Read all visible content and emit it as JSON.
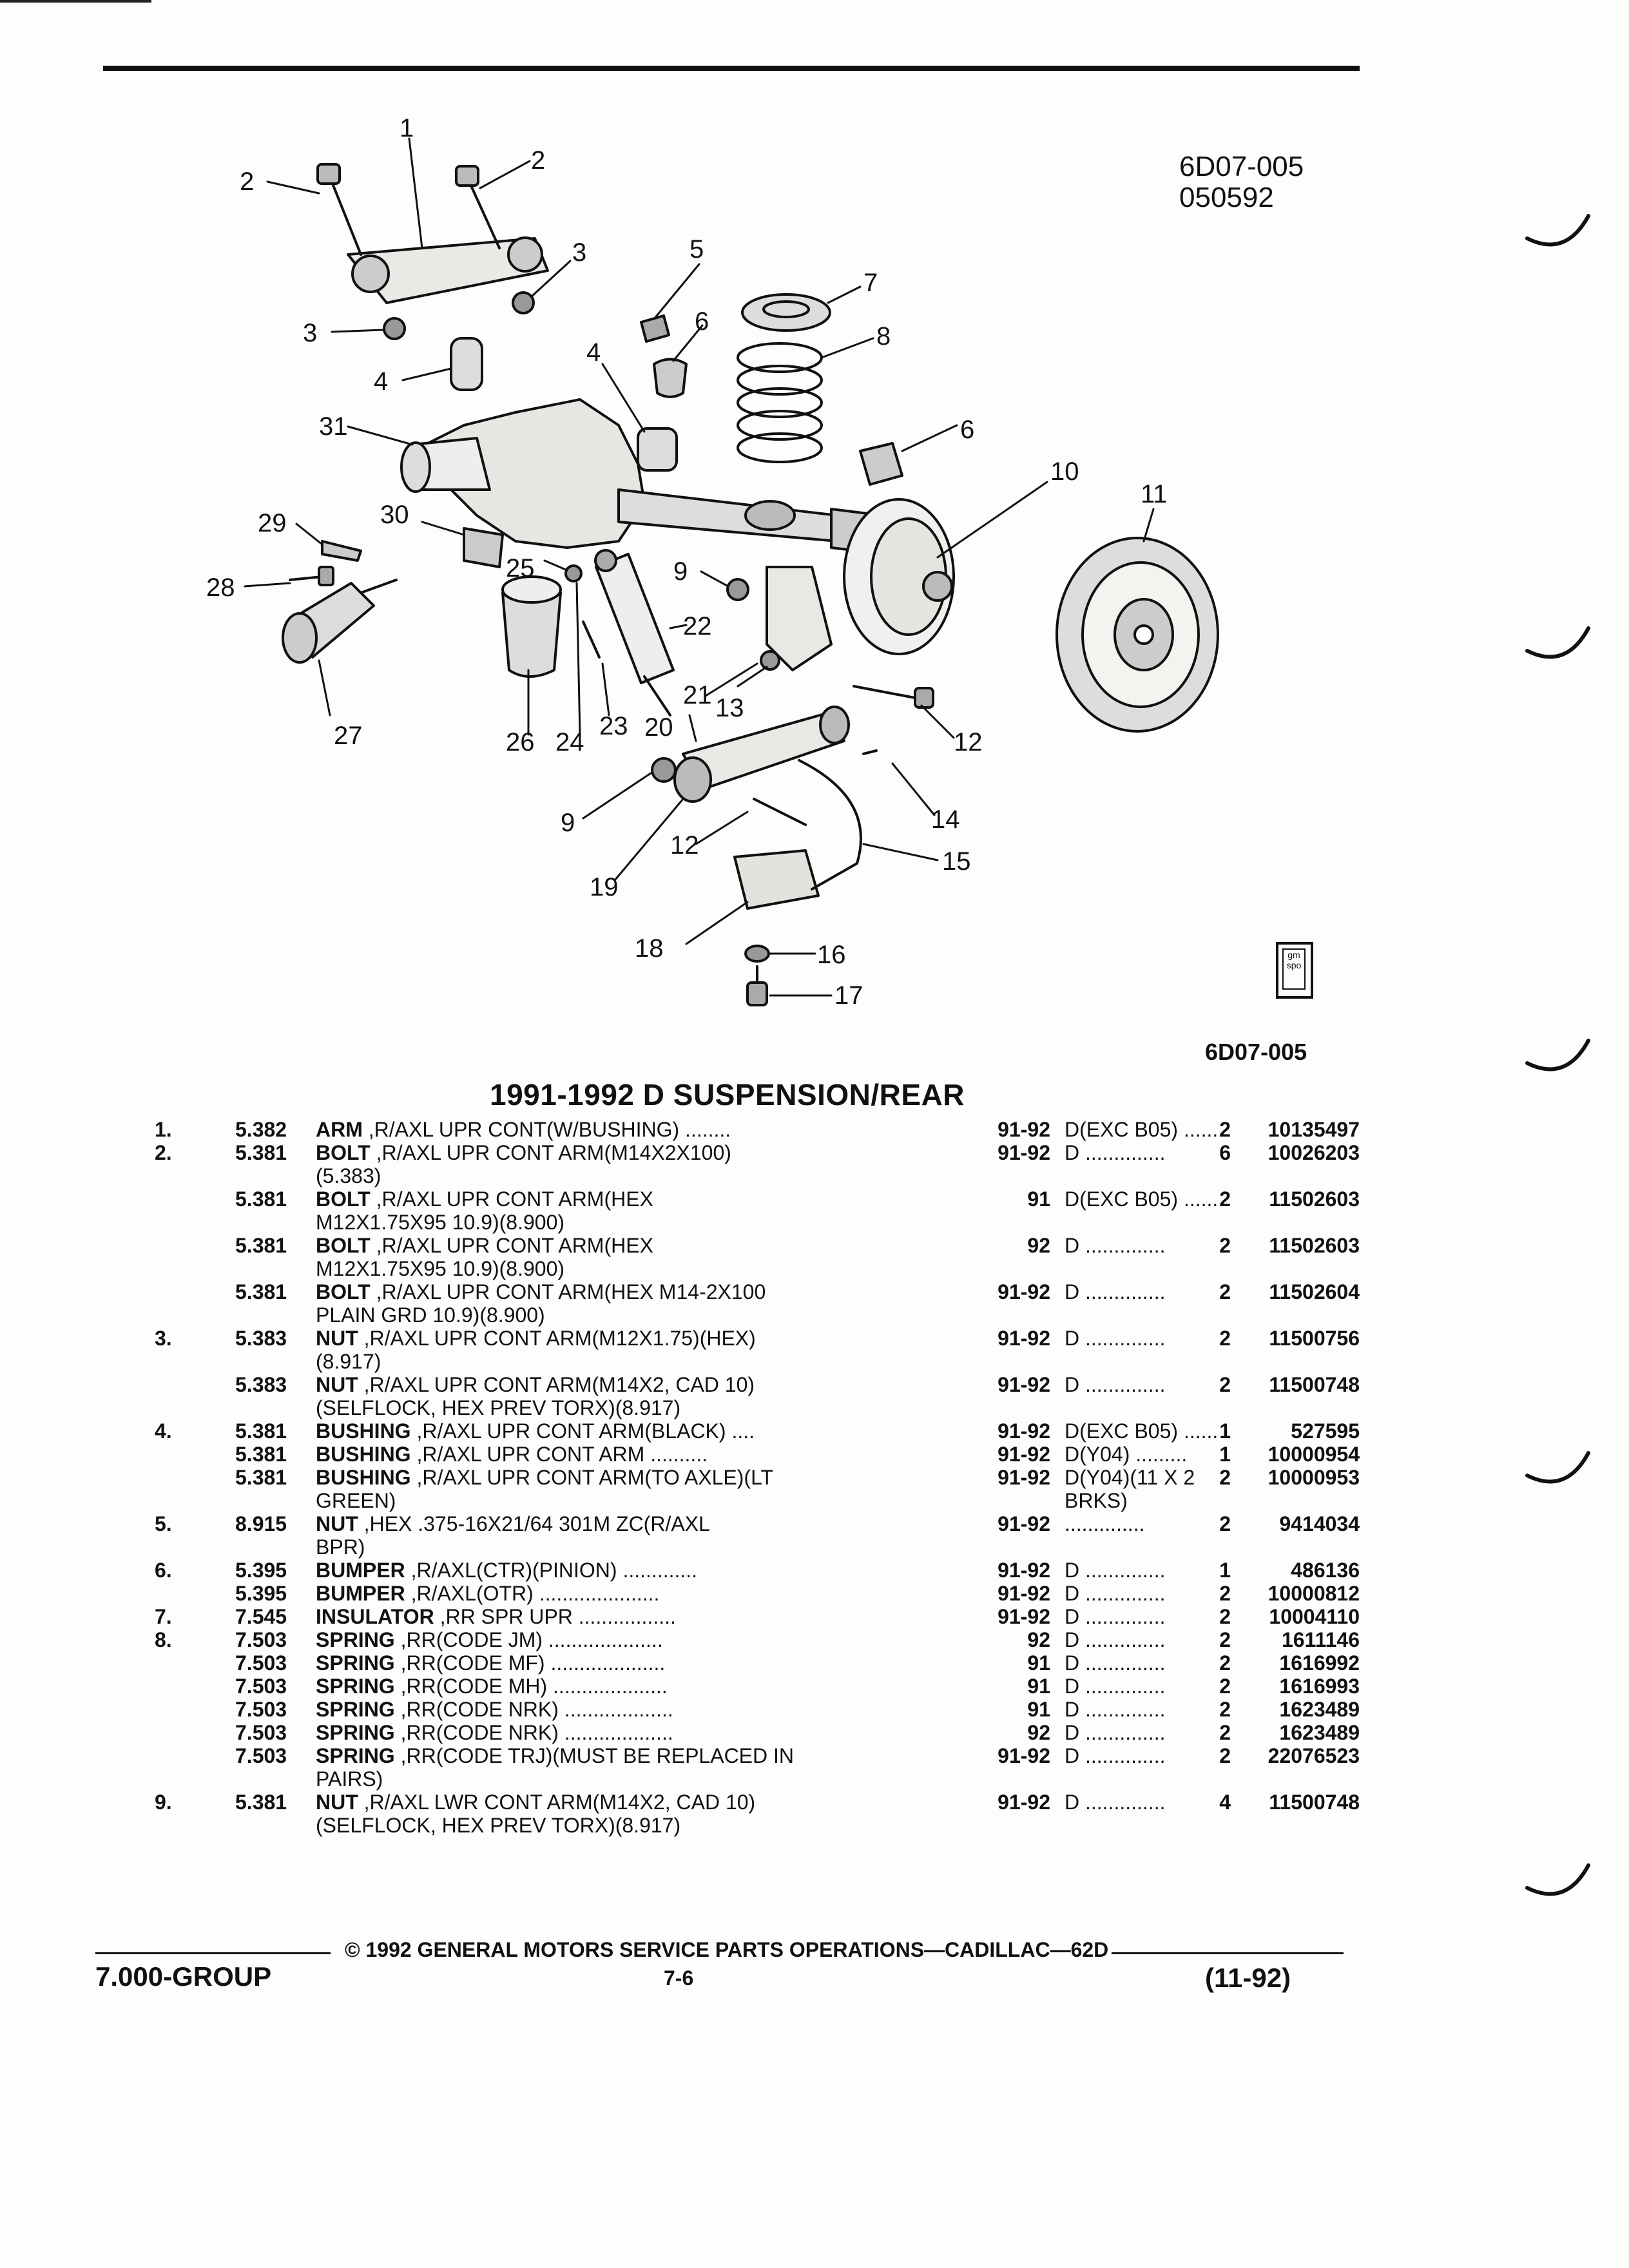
{
  "figure": {
    "code_top": "6D07-005",
    "date_code": "050592",
    "code_bottom": "6D07-005",
    "badge_line1": "gm",
    "badge_line2": "spo",
    "callouts": [
      "1",
      "2",
      "2",
      "3",
      "3",
      "4",
      "5",
      "6",
      "7",
      "8",
      "6",
      "10",
      "11",
      "31",
      "4",
      "30",
      "29",
      "28",
      "25",
      "9",
      "22",
      "21",
      "13",
      "12",
      "27",
      "26",
      "24",
      "23",
      "20",
      "9",
      "14",
      "12",
      "15",
      "19",
      "18",
      "16",
      "17"
    ]
  },
  "section_title": "1991-1992 D SUSPENSION/REAR",
  "parts": [
    {
      "ref": "1.",
      "grp": "5.382",
      "name": "ARM",
      "desc": " ,R/AXL UPR CONT(W/BUSHING) ........",
      "years": "91-92",
      "models": "D(EXC B05) .......",
      "qty": "2",
      "pno": "10135497"
    },
    {
      "ref": "2.",
      "grp": "5.381",
      "name": "BOLT",
      "desc": " ,R/AXL UPR CONT ARM(M14X2X100)",
      "years": "91-92",
      "models": "D ..............",
      "qty": "6",
      "pno": "10026203",
      "cont": "(5.383)"
    },
    {
      "ref": "",
      "grp": "5.381",
      "name": "BOLT",
      "desc": " ,R/AXL UPR CONT ARM(HEX",
      "years": "91",
      "models": "D(EXC B05) ......",
      "qty": "2",
      "pno": "11502603",
      "cont": "M12X1.75X95 10.9)(8.900)"
    },
    {
      "ref": "",
      "grp": "5.381",
      "name": "BOLT",
      "desc": " ,R/AXL UPR CONT ARM(HEX",
      "years": "92",
      "models": "D ..............",
      "qty": "2",
      "pno": "11502603",
      "cont": "M12X1.75X95 10.9)(8.900)"
    },
    {
      "ref": "",
      "grp": "5.381",
      "name": "BOLT",
      "desc": " ,R/AXL UPR CONT ARM(HEX M14-2X100",
      "years": "91-92",
      "models": "D ..............",
      "qty": "2",
      "pno": "11502604",
      "cont": "PLAIN GRD 10.9)(8.900)"
    },
    {
      "ref": "3.",
      "grp": "5.383",
      "name": "NUT",
      "desc": " ,R/AXL UPR CONT ARM(M12X1.75)(HEX)",
      "years": "91-92",
      "models": "D ..............",
      "qty": "2",
      "pno": "11500756",
      "cont": "(8.917)"
    },
    {
      "ref": "",
      "grp": "5.383",
      "name": "NUT",
      "desc": " ,R/AXL UPR CONT ARM(M14X2, CAD 10)",
      "years": "91-92",
      "models": "D ..............",
      "qty": "2",
      "pno": "11500748",
      "cont": "(SELFLOCK, HEX PREV TORX)(8.917)"
    },
    {
      "ref": "4.",
      "grp": "5.381",
      "name": "BUSHING",
      "desc": " ,R/AXL UPR CONT ARM(BLACK) ....",
      "years": "91-92",
      "models": "D(EXC B05) ......",
      "qty": "1",
      "pno": "527595"
    },
    {
      "ref": "",
      "grp": "5.381",
      "name": "BUSHING",
      "desc": " ,R/AXL UPR CONT ARM ..........",
      "years": "91-92",
      "models": "D(Y04) .........",
      "qty": "1",
      "pno": "10000954"
    },
    {
      "ref": "",
      "grp": "5.381",
      "name": "BUSHING",
      "desc": " ,R/AXL UPR CONT ARM(TO AXLE)(LT",
      "years": "91-92",
      "models": "D(Y04)(11 X 2",
      "qty": "2",
      "pno": "10000953",
      "cont": "GREEN)",
      "mcont": "BRKS)"
    },
    {
      "ref": "5.",
      "grp": "8.915",
      "name": "NUT",
      "desc": " ,HEX .375-16X21/64 301M ZC(R/AXL",
      "years": "91-92",
      "models": "..............",
      "qty": "2",
      "pno": "9414034",
      "cont": "BPR)"
    },
    {
      "ref": "6.",
      "grp": "5.395",
      "name": "BUMPER",
      "desc": " ,R/AXL(CTR)(PINION) .............",
      "years": "91-92",
      "models": "D ..............",
      "qty": "1",
      "pno": "486136"
    },
    {
      "ref": "",
      "grp": "5.395",
      "name": "BUMPER",
      "desc": " ,R/AXL(OTR) .....................",
      "years": "91-92",
      "models": "D ..............",
      "qty": "2",
      "pno": "10000812"
    },
    {
      "ref": "7.",
      "grp": "7.545",
      "name": "INSULATOR",
      "desc": " ,RR SPR UPR .................",
      "years": "91-92",
      "models": "D ..............",
      "qty": "2",
      "pno": "10004110"
    },
    {
      "ref": "8.",
      "grp": "7.503",
      "name": "SPRING",
      "desc": " ,RR(CODE JM) ....................",
      "years": "92",
      "models": "D ..............",
      "qty": "2",
      "pno": "1611146"
    },
    {
      "ref": "",
      "grp": "7.503",
      "name": "SPRING",
      "desc": " ,RR(CODE MF) ....................",
      "years": "91",
      "models": "D ..............",
      "qty": "2",
      "pno": "1616992"
    },
    {
      "ref": "",
      "grp": "7.503",
      "name": "SPRING",
      "desc": " ,RR(CODE MH) ....................",
      "years": "91",
      "models": "D ..............",
      "qty": "2",
      "pno": "1616993"
    },
    {
      "ref": "",
      "grp": "7.503",
      "name": "SPRING",
      "desc": " ,RR(CODE NRK) ...................",
      "years": "91",
      "models": "D ..............",
      "qty": "2",
      "pno": "1623489"
    },
    {
      "ref": "",
      "grp": "7.503",
      "name": "SPRING",
      "desc": " ,RR(CODE NRK) ...................",
      "years": "92",
      "models": "D ..............",
      "qty": "2",
      "pno": "1623489"
    },
    {
      "ref": "",
      "grp": "7.503",
      "name": "SPRING",
      "desc": " ,RR(CODE TRJ)(MUST BE REPLACED IN",
      "years": "91-92",
      "models": "D ..............",
      "qty": "2",
      "pno": "22076523",
      "cont": "PAIRS)"
    },
    {
      "ref": "9.",
      "grp": "5.381",
      "name": "NUT",
      "desc": " ,R/AXL LWR CONT ARM(M14X2, CAD 10)",
      "years": "91-92",
      "models": "D ..............",
      "qty": "4",
      "pno": "11500748",
      "cont": "(SELFLOCK, HEX PREV TORX)(8.917)"
    }
  ],
  "footer": {
    "copyright": "© 1992 GENERAL MOTORS SERVICE PARTS OPERATIONS—CADILLAC—62D",
    "group": "7.000-GROUP",
    "page": "7-6",
    "date": "(11-92)"
  }
}
